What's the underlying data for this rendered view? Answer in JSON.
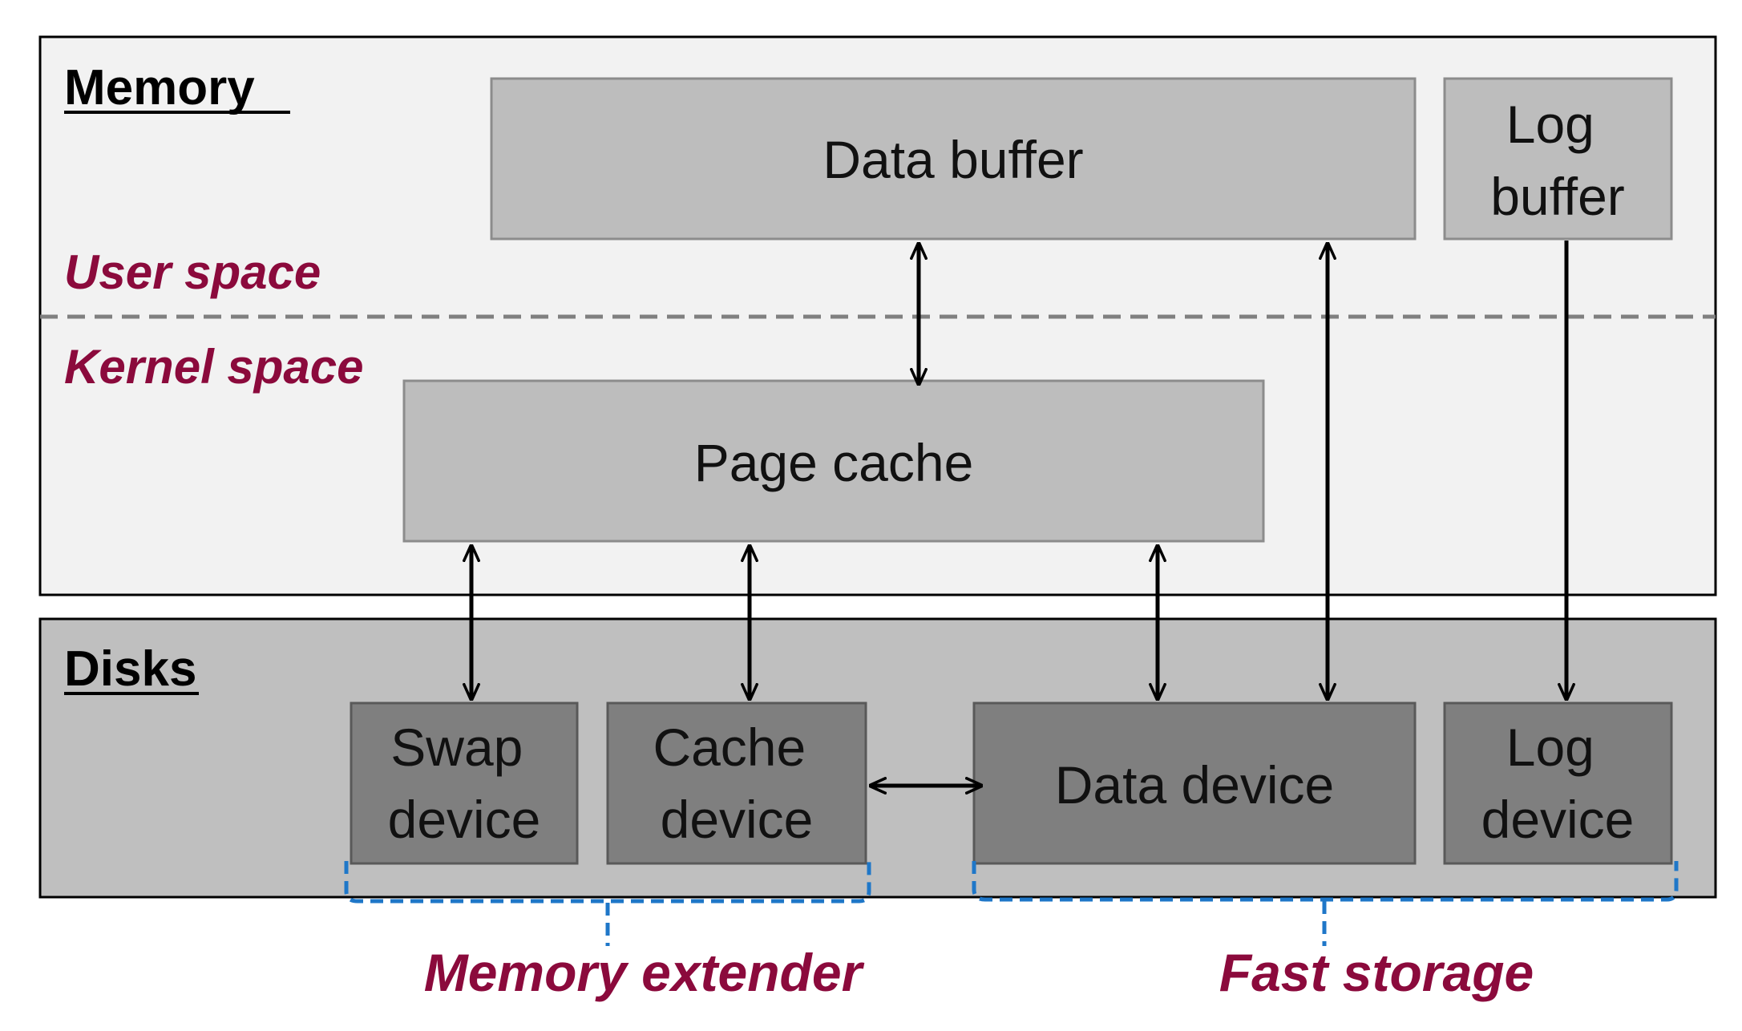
{
  "regions": {
    "memory_title": "Memory",
    "disks_title": "Disks",
    "user_space": "User space",
    "kernel_space": "Kernel space"
  },
  "boxes": {
    "data_buffer": "Data buffer",
    "log_buffer": [
      "Log",
      "buffer"
    ],
    "page_cache": "Page cache",
    "swap_device": [
      "Swap",
      "device"
    ],
    "cache_device": [
      "Cache",
      "device"
    ],
    "data_device": "Data device",
    "log_device": [
      "Log",
      "device"
    ]
  },
  "groups": {
    "memory_extender": "Memory extender",
    "fast_storage": "Fast storage"
  },
  "colors": {
    "memory_bg": "#f2f2f2",
    "disks_bg": "#bfbfbf",
    "light_box": "#bdbdbd",
    "dark_box": "#7f7f7f",
    "label_accent": "#8b0a3c",
    "bracket": "#1f77c8",
    "divider": "#808080"
  }
}
